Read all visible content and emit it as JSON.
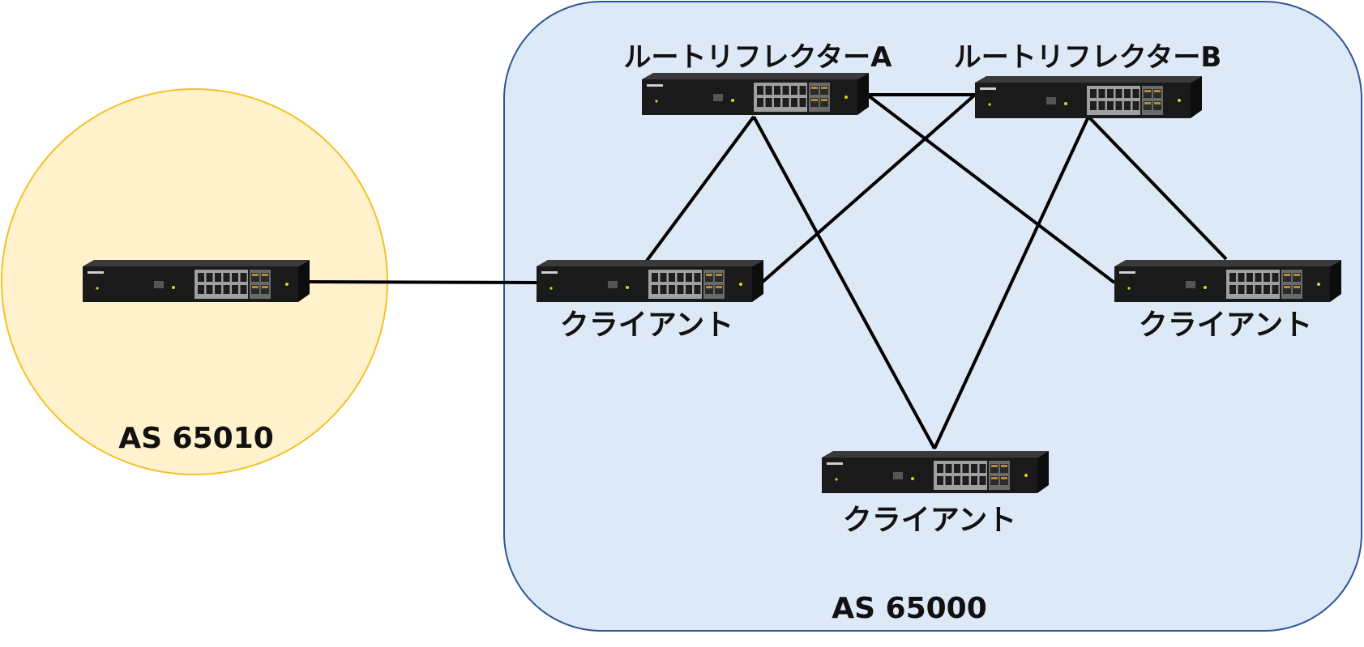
{
  "colors": {
    "as_external_fill": "#fff2cc",
    "as_external_stroke": "#f6c026",
    "as_internal_fill": "#dde9f6",
    "as_internal_stroke": "#2e5597",
    "link": "#000000",
    "switch_body": "#1a1a1a",
    "switch_port_panel": "#a0a0a0",
    "switch_port": "#1e1e1e",
    "label_text": "#111111"
  },
  "areas": {
    "external": {
      "label": "AS 65010"
    },
    "internal": {
      "label": "AS 65000"
    }
  },
  "devices": [
    {
      "id": "external-switch",
      "label": "",
      "icon": "network-switch-icon"
    },
    {
      "id": "route-reflector-a",
      "label": "ルートリフレクターA",
      "icon": "network-switch-icon"
    },
    {
      "id": "route-reflector-b",
      "label": "ルートリフレクターB",
      "icon": "network-switch-icon"
    },
    {
      "id": "client-left",
      "label": "クライアント",
      "icon": "network-switch-icon"
    },
    {
      "id": "client-right",
      "label": "クライアント",
      "icon": "network-switch-icon"
    },
    {
      "id": "client-bottom",
      "label": "クライアント",
      "icon": "network-switch-icon"
    }
  ],
  "links": [
    {
      "from": "external-switch",
      "to": "client-left"
    },
    {
      "from": "route-reflector-a",
      "to": "route-reflector-b"
    },
    {
      "from": "route-reflector-a",
      "to": "client-left"
    },
    {
      "from": "route-reflector-a",
      "to": "client-bottom"
    },
    {
      "from": "route-reflector-a",
      "to": "client-right"
    },
    {
      "from": "route-reflector-b",
      "to": "client-left"
    },
    {
      "from": "route-reflector-b",
      "to": "client-bottom"
    },
    {
      "from": "route-reflector-b",
      "to": "client-right"
    }
  ]
}
